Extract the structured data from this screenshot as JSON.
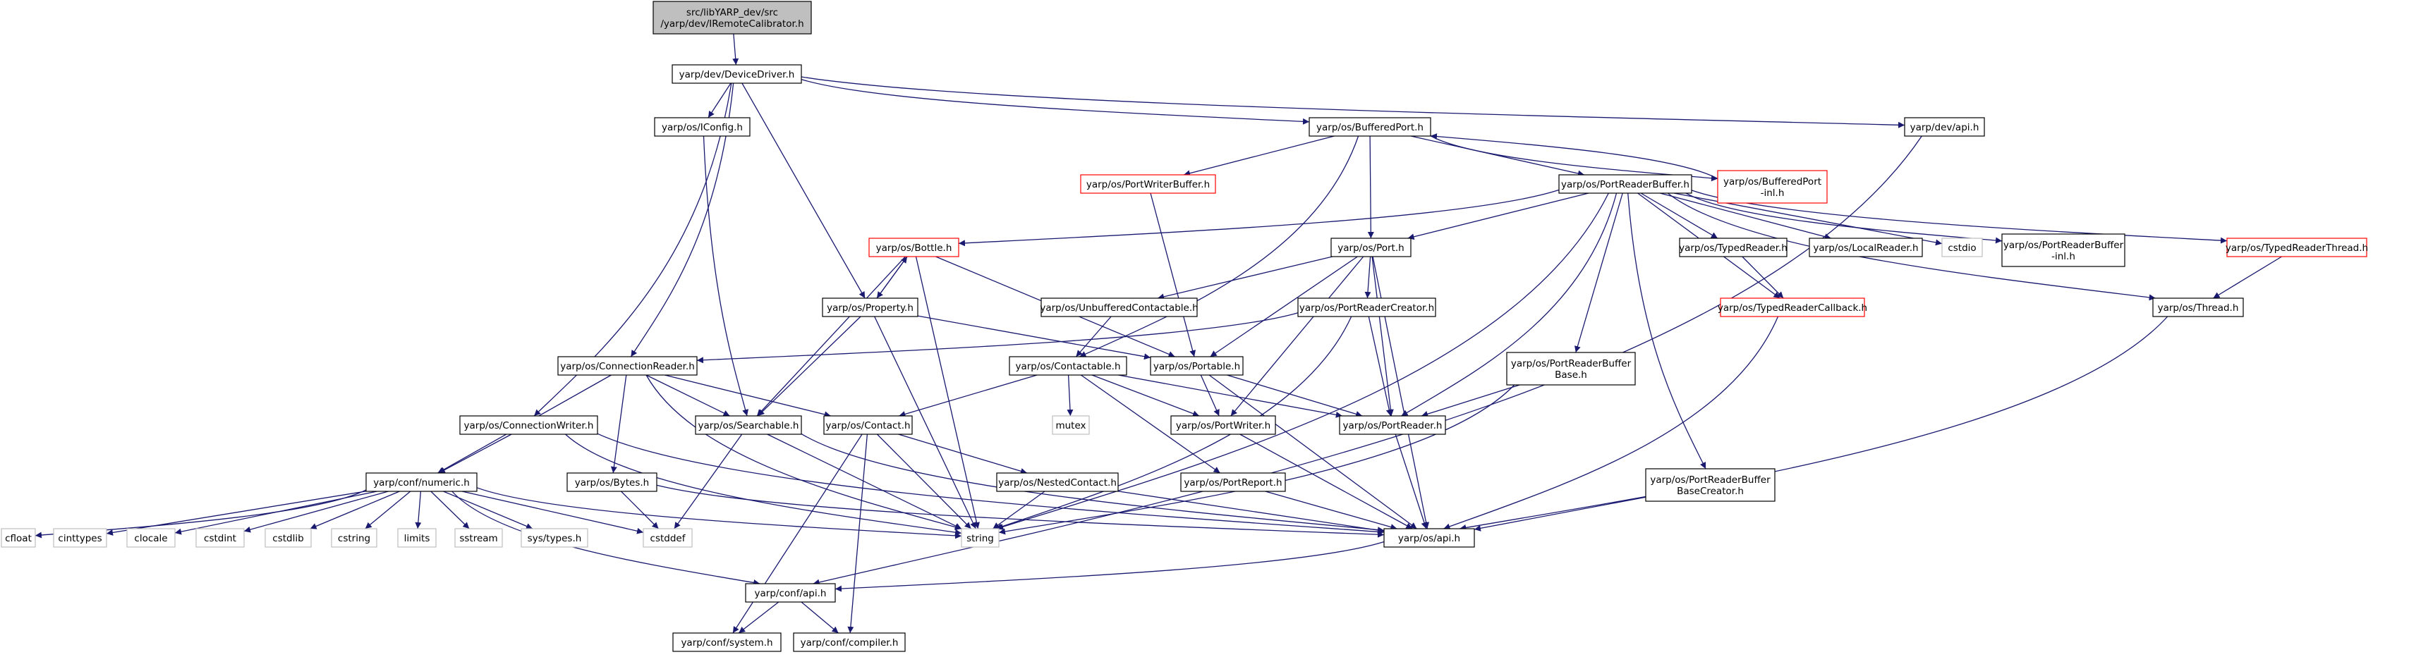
{
  "colors": {
    "edge": "#191970",
    "node_border": "#000000",
    "root_fill": "#bfbfbf",
    "ghost_border": "#bfbfbf",
    "ghost_text": "#808080",
    "truncated_border": "#ff0000",
    "text": "#000000"
  },
  "nodes": [
    {
      "id": "root",
      "lines": [
        "src/libYARP_dev/src",
        "/yarp/dev/IRemoteCalibrator.h"
      ],
      "kind": "root"
    },
    {
      "id": "devicedriver",
      "lines": [
        "yarp/dev/DeviceDriver.h"
      ],
      "kind": "normal"
    },
    {
      "id": "iconfig",
      "lines": [
        "yarp/os/IConfig.h"
      ],
      "kind": "normal"
    },
    {
      "id": "bufferedport",
      "lines": [
        "yarp/os/BufferedPort.h"
      ],
      "kind": "normal"
    },
    {
      "id": "devapi",
      "lines": [
        "yarp/dev/api.h"
      ],
      "kind": "normal"
    },
    {
      "id": "portwriterbuffer",
      "lines": [
        "yarp/os/PortWriterBuffer.h"
      ],
      "kind": "truncated"
    },
    {
      "id": "portreaderbuffer",
      "lines": [
        "yarp/os/PortReaderBuffer.h"
      ],
      "kind": "normal"
    },
    {
      "id": "bufferedportinl",
      "lines": [
        "yarp/os/BufferedPort",
        "-inl.h"
      ],
      "kind": "truncated"
    },
    {
      "id": "bottle",
      "lines": [
        "yarp/os/Bottle.h"
      ],
      "kind": "truncated"
    },
    {
      "id": "port",
      "lines": [
        "yarp/os/Port.h"
      ],
      "kind": "normal"
    },
    {
      "id": "typedreader",
      "lines": [
        "yarp/os/TypedReader.h"
      ],
      "kind": "normal"
    },
    {
      "id": "localreader",
      "lines": [
        "yarp/os/LocalReader.h"
      ],
      "kind": "normal"
    },
    {
      "id": "cstdio",
      "lines": [
        "cstdio"
      ],
      "kind": "ghost"
    },
    {
      "id": "prbinl",
      "lines": [
        "yarp/os/PortReaderBuffer",
        "-inl.h"
      ],
      "kind": "normal"
    },
    {
      "id": "typedreaderthread",
      "lines": [
        "yarp/os/TypedReaderThread.h"
      ],
      "kind": "truncated"
    },
    {
      "id": "property",
      "lines": [
        "yarp/os/Property.h"
      ],
      "kind": "normal"
    },
    {
      "id": "unbuffered",
      "lines": [
        "yarp/os/UnbufferedContactable.h"
      ],
      "kind": "normal"
    },
    {
      "id": "portreadercreator",
      "lines": [
        "yarp/os/PortReaderCreator.h"
      ],
      "kind": "normal"
    },
    {
      "id": "typedreadercallback",
      "lines": [
        "yarp/os/TypedReaderCallback.h"
      ],
      "kind": "truncated"
    },
    {
      "id": "thread",
      "lines": [
        "yarp/os/Thread.h"
      ],
      "kind": "normal"
    },
    {
      "id": "connectionreader",
      "lines": [
        "yarp/os/ConnectionReader.h"
      ],
      "kind": "normal"
    },
    {
      "id": "contactable",
      "lines": [
        "yarp/os/Contactable.h"
      ],
      "kind": "normal"
    },
    {
      "id": "portable",
      "lines": [
        "yarp/os/Portable.h"
      ],
      "kind": "normal"
    },
    {
      "id": "prbbase",
      "lines": [
        "yarp/os/PortReaderBuffer",
        "Base.h"
      ],
      "kind": "normal"
    },
    {
      "id": "connectionwriter",
      "lines": [
        "yarp/os/ConnectionWriter.h"
      ],
      "kind": "normal"
    },
    {
      "id": "searchable",
      "lines": [
        "yarp/os/Searchable.h"
      ],
      "kind": "normal"
    },
    {
      "id": "contact",
      "lines": [
        "yarp/os/Contact.h"
      ],
      "kind": "normal"
    },
    {
      "id": "mutex",
      "lines": [
        "mutex"
      ],
      "kind": "ghost"
    },
    {
      "id": "portwriter",
      "lines": [
        "yarp/os/PortWriter.h"
      ],
      "kind": "normal"
    },
    {
      "id": "portreader",
      "lines": [
        "yarp/os/PortReader.h"
      ],
      "kind": "normal"
    },
    {
      "id": "numeric",
      "lines": [
        "yarp/conf/numeric.h"
      ],
      "kind": "normal"
    },
    {
      "id": "bytes",
      "lines": [
        "yarp/os/Bytes.h"
      ],
      "kind": "normal"
    },
    {
      "id": "nestedcontact",
      "lines": [
        "yarp/os/NestedContact.h"
      ],
      "kind": "normal"
    },
    {
      "id": "portreport",
      "lines": [
        "yarp/os/PortReport.h"
      ],
      "kind": "normal"
    },
    {
      "id": "prbbasecreator",
      "lines": [
        "yarp/os/PortReaderBuffer",
        "BaseCreator.h"
      ],
      "kind": "normal"
    },
    {
      "id": "cfloat",
      "lines": [
        "cfloat"
      ],
      "kind": "ghost"
    },
    {
      "id": "cinttypes",
      "lines": [
        "cinttypes"
      ],
      "kind": "ghost"
    },
    {
      "id": "clocale",
      "lines": [
        "clocale"
      ],
      "kind": "ghost"
    },
    {
      "id": "cstdint",
      "lines": [
        "cstdint"
      ],
      "kind": "ghost"
    },
    {
      "id": "cstdlib",
      "lines": [
        "cstdlib"
      ],
      "kind": "ghost"
    },
    {
      "id": "cstring",
      "lines": [
        "cstring"
      ],
      "kind": "ghost"
    },
    {
      "id": "limits",
      "lines": [
        "limits"
      ],
      "kind": "ghost"
    },
    {
      "id": "sstream",
      "lines": [
        "sstream"
      ],
      "kind": "ghost"
    },
    {
      "id": "systypes",
      "lines": [
        "sys/types.h"
      ],
      "kind": "ghost"
    },
    {
      "id": "cstddef",
      "lines": [
        "cstddef"
      ],
      "kind": "ghost"
    },
    {
      "id": "string",
      "lines": [
        "string"
      ],
      "kind": "ghost"
    },
    {
      "id": "osapi",
      "lines": [
        "yarp/os/api.h"
      ],
      "kind": "normal"
    },
    {
      "id": "confapi",
      "lines": [
        "yarp/conf/api.h"
      ],
      "kind": "normal"
    },
    {
      "id": "system",
      "lines": [
        "yarp/conf/system.h"
      ],
      "kind": "normal"
    },
    {
      "id": "compiler",
      "lines": [
        "yarp/conf/compiler.h"
      ],
      "kind": "normal"
    }
  ],
  "edges": [
    [
      "root",
      "devicedriver"
    ],
    [
      "devicedriver",
      "iconfig"
    ],
    [
      "devicedriver",
      "bufferedport"
    ],
    [
      "devicedriver",
      "devapi"
    ],
    [
      "devicedriver",
      "property"
    ],
    [
      "devicedriver",
      "connectionreader"
    ],
    [
      "devicedriver",
      "connectionwriter"
    ],
    [
      "iconfig",
      "searchable"
    ],
    [
      "bufferedport",
      "portwriterbuffer"
    ],
    [
      "bufferedport",
      "portreaderbuffer"
    ],
    [
      "bufferedport",
      "bufferedportinl"
    ],
    [
      "bufferedport",
      "port"
    ],
    [
      "bufferedport",
      "contactable"
    ],
    [
      "bufferedportinl",
      "bufferedport"
    ],
    [
      "devapi",
      "confapi"
    ],
    [
      "portwriterbuffer",
      "portable"
    ],
    [
      "portreaderbuffer",
      "bottle"
    ],
    [
      "portreaderbuffer",
      "port"
    ],
    [
      "portreaderbuffer",
      "typedreader"
    ],
    [
      "portreaderbuffer",
      "localreader"
    ],
    [
      "portreaderbuffer",
      "cstdio"
    ],
    [
      "portreaderbuffer",
      "prbinl"
    ],
    [
      "portreaderbuffer",
      "typedreaderthread"
    ],
    [
      "portreaderbuffer",
      "typedreadercallback"
    ],
    [
      "portreaderbuffer",
      "thread"
    ],
    [
      "portreaderbuffer",
      "prbbase"
    ],
    [
      "portreaderbuffer",
      "prbbasecreator"
    ],
    [
      "portreaderbuffer",
      "portreader"
    ],
    [
      "portreaderbuffer",
      "string"
    ],
    [
      "bottle",
      "property"
    ],
    [
      "bottle",
      "portable"
    ],
    [
      "bottle",
      "searchable"
    ],
    [
      "bottle",
      "string"
    ],
    [
      "port",
      "unbuffered"
    ],
    [
      "port",
      "portreadercreator"
    ],
    [
      "port",
      "portable"
    ],
    [
      "port",
      "portwriter"
    ],
    [
      "port",
      "portreader"
    ],
    [
      "port",
      "osapi"
    ],
    [
      "typedreader",
      "typedreadercallback"
    ],
    [
      "typedreaderthread",
      "thread"
    ],
    [
      "property",
      "bottle"
    ],
    [
      "property",
      "portable"
    ],
    [
      "property",
      "searchable"
    ],
    [
      "property",
      "string"
    ],
    [
      "unbuffered",
      "contactable"
    ],
    [
      "portreadercreator",
      "connectionreader"
    ],
    [
      "portreadercreator",
      "portreader"
    ],
    [
      "portreadercreator",
      "string"
    ],
    [
      "typedreadercallback",
      "osapi"
    ],
    [
      "thread",
      "osapi"
    ],
    [
      "connectionreader",
      "searchable"
    ],
    [
      "connectionreader",
      "contact"
    ],
    [
      "connectionreader",
      "numeric"
    ],
    [
      "connectionreader",
      "bytes"
    ],
    [
      "connectionreader",
      "string"
    ],
    [
      "contactable",
      "contact"
    ],
    [
      "contactable",
      "mutex"
    ],
    [
      "contactable",
      "portwriter"
    ],
    [
      "contactable",
      "portreader"
    ],
    [
      "contactable",
      "portreport"
    ],
    [
      "portable",
      "portwriter"
    ],
    [
      "portable",
      "portreader"
    ],
    [
      "portable",
      "osapi"
    ],
    [
      "prbbase",
      "portreader"
    ],
    [
      "prbbase",
      "string"
    ],
    [
      "connectionwriter",
      "numeric"
    ],
    [
      "connectionwriter",
      "string"
    ],
    [
      "connectionwriter",
      "osapi"
    ],
    [
      "searchable",
      "cstddef"
    ],
    [
      "searchable",
      "string"
    ],
    [
      "searchable",
      "osapi"
    ],
    [
      "contact",
      "nestedcontact"
    ],
    [
      "contact",
      "string"
    ],
    [
      "contact",
      "system"
    ],
    [
      "contact",
      "compiler"
    ],
    [
      "portwriter",
      "osapi"
    ],
    [
      "portreader",
      "osapi"
    ],
    [
      "numeric",
      "cfloat"
    ],
    [
      "numeric",
      "cinttypes"
    ],
    [
      "numeric",
      "clocale"
    ],
    [
      "numeric",
      "cstdint"
    ],
    [
      "numeric",
      "cstdlib"
    ],
    [
      "numeric",
      "cstring"
    ],
    [
      "numeric",
      "limits"
    ],
    [
      "numeric",
      "sstream"
    ],
    [
      "numeric",
      "systypes"
    ],
    [
      "numeric",
      "cstddef"
    ],
    [
      "numeric",
      "string"
    ],
    [
      "numeric",
      "confapi"
    ],
    [
      "bytes",
      "cstddef"
    ],
    [
      "bytes",
      "osapi"
    ],
    [
      "nestedcontact",
      "string"
    ],
    [
      "nestedcontact",
      "osapi"
    ],
    [
      "portreport",
      "osapi"
    ],
    [
      "prbbasecreator",
      "osapi"
    ],
    [
      "osapi",
      "confapi"
    ],
    [
      "confapi",
      "system"
    ],
    [
      "confapi",
      "compiler"
    ]
  ]
}
